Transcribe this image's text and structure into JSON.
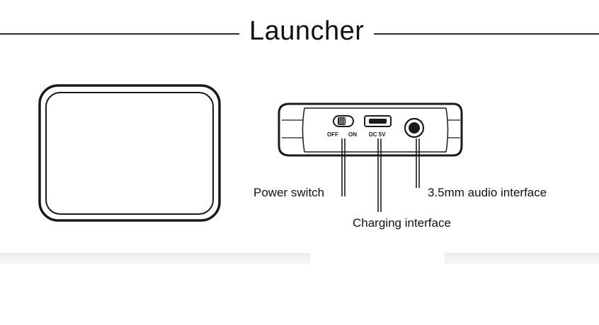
{
  "title": "Launcher",
  "labels": {
    "power_switch": "Power switch",
    "charging_interface": "Charging interface",
    "audio_interface": "3.5mm audio interface"
  },
  "device_markings": {
    "off": "OFF",
    "on": "ON",
    "dc": "DC 5V"
  }
}
